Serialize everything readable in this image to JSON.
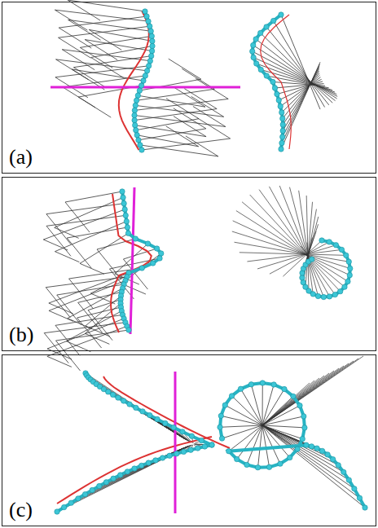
{
  "diagram": {
    "nodes": [
      {
        "text": [
          "(a)"
        ]
      },
      {
        "text": [
          "(b)"
        ]
      },
      {
        "text": [
          "(c)"
        ]
      }
    ]
  }
}
